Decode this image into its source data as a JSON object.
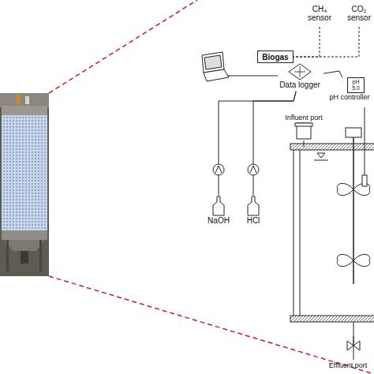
{
  "diagram": {
    "nodes": [
      {
        "text": [
          "CH₄ sensor"
        ]
      },
      {
        "text": [
          "CO₂ sensor"
        ]
      },
      {
        "text": [
          "Biogas"
        ]
      },
      {
        "text": [
          "Data logger"
        ]
      },
      {
        "text": [
          "pH 5.0",
          "pH controller"
        ]
      },
      {
        "text": [
          "NaOH"
        ]
      },
      {
        "text": [
          "HCl"
        ]
      },
      {
        "text": [
          "Influent port"
        ]
      },
      {
        "text": [
          "Effluent port"
        ]
      }
    ],
    "edges": [
      {
        "from": 0,
        "to": 2,
        "arrow": "none"
      },
      {
        "from": 1,
        "to": 2,
        "arrow": "none"
      },
      {
        "from": 3,
        "to": 4,
        "arrow": "none"
      },
      {
        "from": 3,
        "to": 5,
        "arrow": "none"
      },
      {
        "from": 3,
        "to": 6,
        "arrow": "none"
      }
    ]
  }
}
